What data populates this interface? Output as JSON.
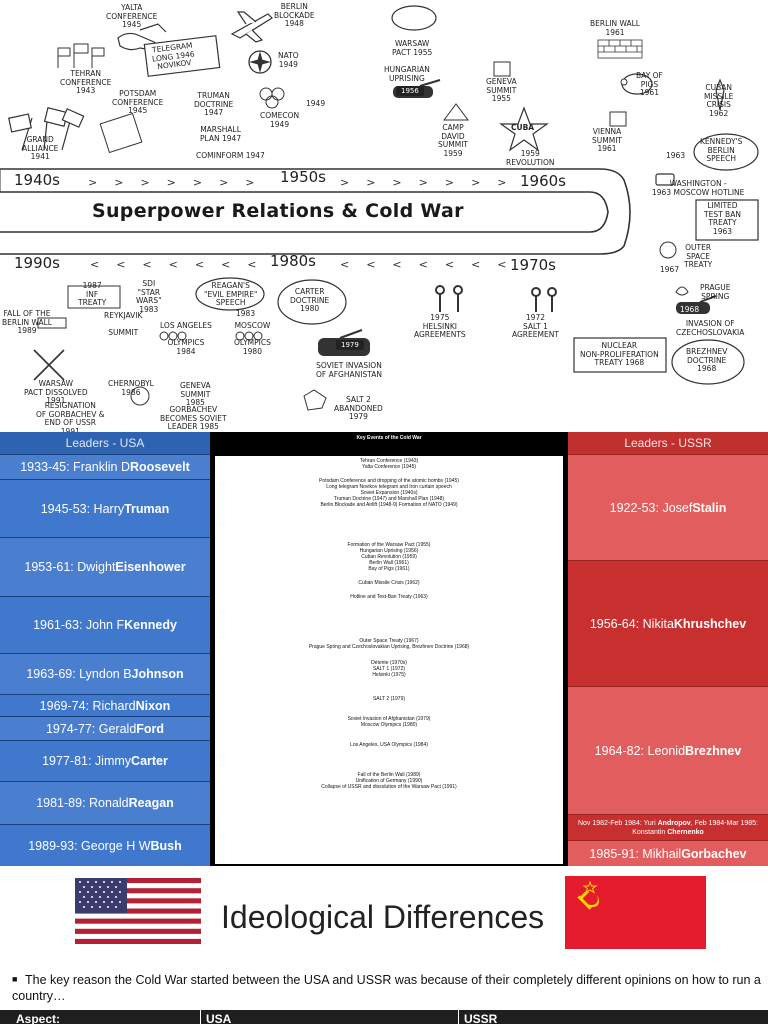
{
  "timeline": {
    "title": "Superpower Relations & Cold War",
    "decades": [
      "1940s",
      "1950s",
      "1960s",
      "1990s",
      "1980s",
      "1970s"
    ],
    "labels": {
      "yalta": "YALTA\nCONFERENCE\n1945",
      "berlin_blockade": "BERLIN\nBLOCKADE\n1948",
      "telegram": "TELEGRAM\nLONG 1946\nNOVIKOV",
      "tehran": "TEHRAN\nCONFERENCE\n1943",
      "nato": "NATO\n1949",
      "potsdam": "POTSDAM\nCONFERENCE\n1945",
      "truman_doctrine": "TRUMAN\nDOCTRINE\n1947",
      "comecon": "COMECON\n1949",
      "marshall": "MARSHALL\nPLAN 1947",
      "cominform": "COMINFORM 1947",
      "grand_alliance": "GRAND\nALLIANCE\n1941",
      "year_1949": "1949",
      "warsaw_pact": "WARSAW\nPACT 1955",
      "hungarian": "HUNGARIAN\nUPRISING",
      "badge_1956": "1956",
      "geneva_1955": "GENEVA\nSUMMIT\n1955",
      "camp_david": "CAMP\nDAVID\nSUMMIT\n1959",
      "cuba": "CUBA",
      "cuba_rev": "1959\nREVOLUTION",
      "berlin_wall": "BERLIN WALL\n1961",
      "bay_of_pigs": "BAY OF\nPIGS\n1961",
      "cuban_missile": "CUBAN\nMISSILE\nCRISIS\n1962",
      "vienna": "VIENNA\nSUMMIT\n1961",
      "kennedy_speech": "KENNEDY'S\nBERLIN\nSPEECH",
      "year_1963": "1963",
      "hotline": "WASHINGTON -\n1963 MOSCOW HOTLINE",
      "test_ban": "LIMITED\nTEST BAN\nTREATY\n1963",
      "outer_space": "OUTER\nSPACE\nTREATY",
      "year_1967": "1967",
      "prague": "PRAGUE\nSPRING",
      "czech": "INVASION OF\nCZECHOSLOVAKIA",
      "year_1968": "1968",
      "brezhnev": "BREZHNEV\nDOCTRINE\n1968",
      "npt": "NUCLEAR\nNON-PROLIFERATION\nTREATY 1968",
      "salt1": "1972\nSALT 1\nAGREEMENT",
      "helsinki": "1975\nHELSINKI\nAGREEMENTS",
      "carter": "CARTER\nDOCTRINE\n1980",
      "badge_1979": "1979",
      "afghanistan": "SOVIET INVASION\nOF AFGHANISTAN",
      "salt2": "SALT 2\nABANDONED\n1979",
      "moscow": "MOSCOW\n\nOLYMPICS\n1980",
      "los_angeles": "LOS ANGELES\n\nOLYMPICS\n1984",
      "evil_empire": "REAGAN'S\n\"EVIL EMPIRE\"\nSPEECH",
      "year_1983a": "1983",
      "sdi": "SDI\n\"STAR\nWARS\"\n1983",
      "inf": "1987\nINF\nTREATY",
      "reykjavik": "REYKJAVIK\n\nSUMMIT",
      "berlin_fall": "FALL OF THE\nBERLIN WALL\n1989",
      "warsaw_dissolved": "WARSAW\nPACT DISSOLVED\n1991",
      "chernobyl": "CHERNOBYL\n1986",
      "geneva_1985": "GENEVA\nSUMMIT\n1985",
      "gorbachev_leader": "GORBACHEV\nBECOMES SOVIET\nLEADER 1985",
      "resignation": "RESIGNATION\nOF GORBACHEV &\nEND OF USSR\n1991"
    }
  },
  "leaders": {
    "usa_heading": "Leaders - USA",
    "ussr_heading": "Leaders - USSR",
    "usa": [
      {
        "years": "1933-45: Franklin D ",
        "name": "Roosevelt"
      },
      {
        "years": "1945-53: Harry ",
        "name": "Truman"
      },
      {
        "years": "1953-61: Dwight ",
        "name": "Eisenhower"
      },
      {
        "years": "1961-63: John F ",
        "name": "Kennedy"
      },
      {
        "years": "1963-69: Lyndon B ",
        "name": "Johnson"
      },
      {
        "years": "1969-74: Richard ",
        "name": "Nixon"
      },
      {
        "years": "1974-77: Gerald ",
        "name": "Ford"
      },
      {
        "years": "1977-81: Jimmy ",
        "name": "Carter"
      },
      {
        "years": "1981-89: Ronald ",
        "name": "Reagan"
      },
      {
        "years": "1989-93: George H W ",
        "name": "Bush"
      }
    ],
    "ussr": [
      {
        "years": "1922-53: Josef ",
        "name": "Stalin"
      },
      {
        "years": "1956-64: Nikita ",
        "name": "Khrushchev"
      },
      {
        "years": "1964-82: Leonid ",
        "name": "Brezhnev"
      },
      {
        "years": "Nov 1982-Feb 1984: Yuri ",
        "name": "Andropov",
        "years2": ", Feb 1984-Mar 1985: Konstantin ",
        "name2": "Chernenko"
      },
      {
        "years": "1985-91: Mikhail ",
        "name": "Gorbachev"
      }
    ]
  },
  "events": {
    "heading": "Key Events of the Cold War",
    "groups": [
      [
        "Tehran Conference (1943)",
        "Yalta Conference (1945)"
      ],
      [
        "Potsdam Conference and dropping of the atomic bombs (1945)",
        "Long telegram Novikov telegram and Iron curtain speech",
        "Soviet Expansion (1940s)",
        "Truman Doctrine (1947) and Marshall Plan (1948)",
        "Berlin Blockade and Airlift (1948-9) Formation of NATO (1949)"
      ],
      [
        "Formation of the Warsaw Pact (1955)",
        "Hungarian Uprising (1956)",
        "Cuban Revolution (1959)",
        "Berlin Wall (1961)",
        "Bay of Pigs (1961)"
      ],
      [
        "Cuban Missile Crisis (1962)"
      ],
      [
        "Hotline and Test-Ban Treaty (1963)"
      ],
      [
        "Outer Space Treaty (1967)",
        "Prague Spring and Czechoslovakian Uprising, Brezhnev Doctrine (1968)"
      ],
      [
        "Détente (1970s)",
        "SALT 1 (1972)",
        "Helsinki (1975)"
      ],
      [
        "SALT 2 (1979)"
      ],
      [
        "Soviet Invasion of Afghanistan (1979)",
        "Moscow Olympics (1980)"
      ],
      [
        "Los Angeles, USA Olympics (1984)"
      ],
      [
        "Fall of the Berlin Wall (1989)",
        "Unification of Germany (1990)",
        "Collapse of USSR and dissolution of the Warsaw Pact (1991)"
      ]
    ]
  },
  "ideology": {
    "title": "Ideological Differences",
    "bullet": "The key reason the Cold War started between the USA and USSR was because of their completely different opinions on how to run a country…",
    "table_headers": [
      "Aspect:",
      "USA",
      "USSR"
    ]
  },
  "colors": {
    "usa_blue": "#3f78cc",
    "ussr_red": "#c82f2f",
    "flag_red": "#b22234",
    "flag_blue": "#3c3b6e",
    "soviet_red": "#e31b2d",
    "soviet_gold": "#ffd700"
  },
  "icons": [
    "handshake-icon",
    "airplane-icon",
    "nato-compass-icon",
    "olympic-rings-icon",
    "tank-icon",
    "star-icon",
    "pig-icon",
    "rocket-icon",
    "telephone-icon",
    "tulip-icon",
    "brick-wall-icon",
    "flag-icon",
    "hammer-sickle-icon"
  ]
}
